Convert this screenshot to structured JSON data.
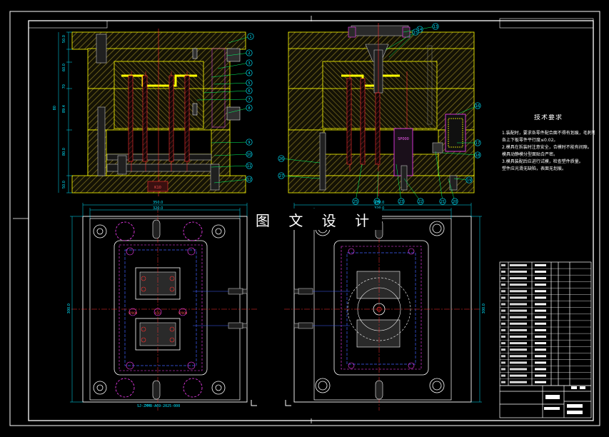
{
  "watermark": "图 文 设 计",
  "technical_requirements": {
    "title": "技术要求",
    "lines": [
      "1.装配时，要求各零件配合面不得有划痕，毛刺等缺陷。",
      "各上下板零件平行度≤0.02。",
      "2.模具在拆装时注意安全，合模时不能有间隙。",
      "模具动静模分型面贴合严密。",
      "3.模具装配后应进行试模，检查塑件质量。",
      "塑件应光滑无缺陷，表面无划痕。"
    ]
  },
  "drawing_number": "SJ-ZMMB-A69-2025-000",
  "dimensions": {
    "front_view": [
      "50.0",
      "60.0",
      "70",
      "80",
      "89.4",
      "80.0",
      "50.0"
    ],
    "plan_left": [
      "350.0",
      "320.0",
      "300.0"
    ],
    "plan_right": [
      "370.0",
      "320.0",
      "300.0"
    ]
  },
  "balloons": {
    "left_view": [
      "1",
      "2",
      "3",
      "4",
      "5",
      "6",
      "7",
      "8",
      "9",
      "10",
      "11",
      "12"
    ],
    "right_view": [
      "13",
      "14",
      "15",
      "16",
      "17",
      "18",
      "19",
      "20",
      "21",
      "22",
      "23",
      "24",
      "25",
      "26",
      "27"
    ]
  },
  "bom_rows": 19,
  "colors": {
    "background": "#000000",
    "plate_outline": "#ffff00",
    "hatch": "#7a6a1a",
    "dimension": "#00e5ff",
    "center_line": "#ff3030",
    "hidden_line": "#4060ff",
    "part_outline": "#ff40ff",
    "text": "#ffffff",
    "cavity": "#ffff00",
    "leader": "#00ff66"
  }
}
